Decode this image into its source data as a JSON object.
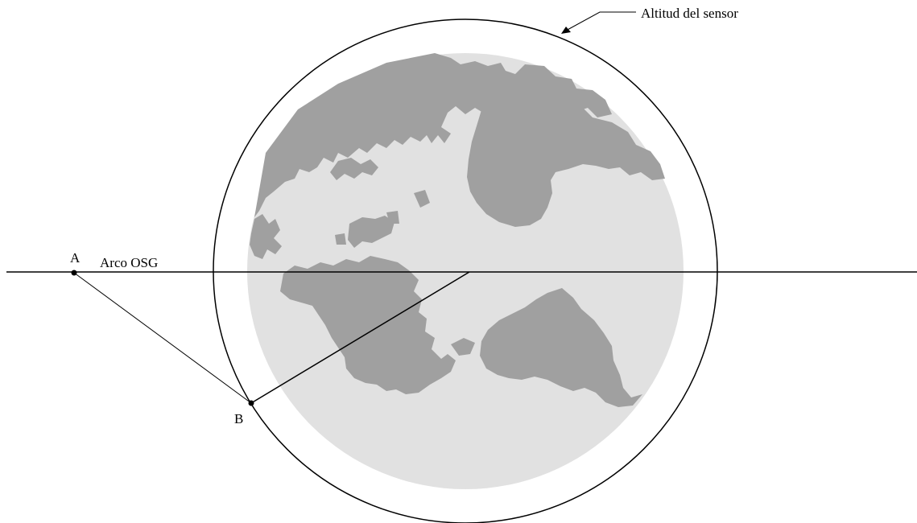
{
  "labels": {
    "sensor_altitude": "Altitud del sensor",
    "gso_arc": "Arco OSG",
    "point_a": "A",
    "point_b": "B"
  },
  "colors": {
    "earth_fill": "#e1e1e1",
    "land_fill": "#a0a0a0",
    "line": "#000000",
    "background": "#ffffff"
  }
}
